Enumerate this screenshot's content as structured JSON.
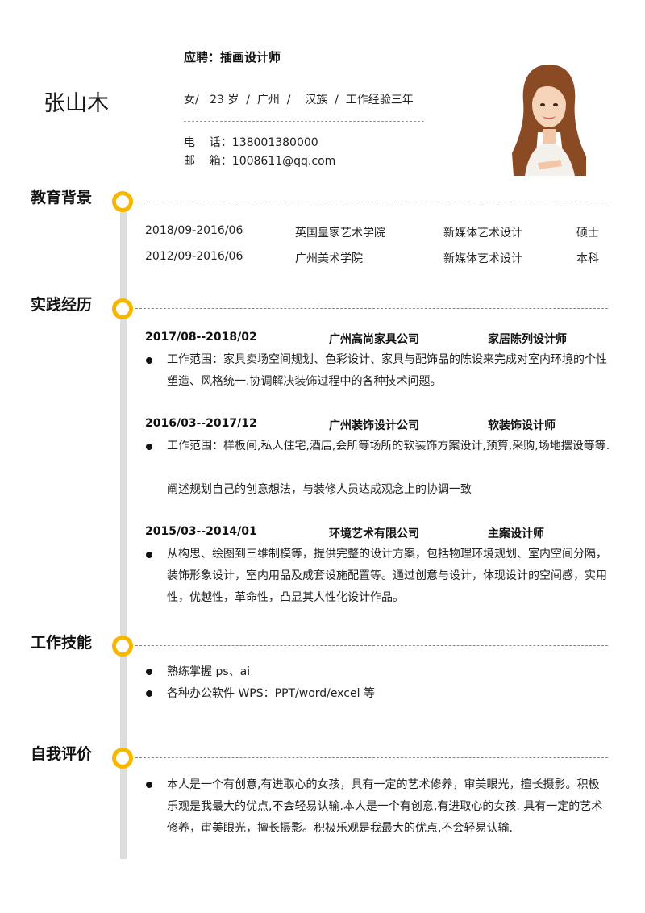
{
  "header": {
    "name": "张山木",
    "apply": "应聘：插画设计师",
    "info": "女/   23 岁  /  广州  /    汉族  /  工作经验三年",
    "phone": "电    话：138001380000",
    "email": "邮    箱：1008611@qq.com"
  },
  "colors": {
    "accent": "#f5b700",
    "timeline": "#dddddd"
  },
  "sections": {
    "education": "教育背景",
    "practice": "实践经历",
    "skills": "工作技能",
    "self": "自我评价"
  },
  "education": [
    {
      "period": "2018/09-2016/06",
      "school": "英国皇家艺术学院",
      "major": "新媒体艺术设计",
      "degree": "硕士"
    },
    {
      "period": "2012/09-2016/06",
      "school": "广州美术学院",
      "major": "新媒体艺术设计",
      "degree": "本科"
    }
  ],
  "jobs": [
    {
      "period": "2017/08--2018/02",
      "company": "广州高尚家具公司",
      "role": "家居陈列设计师",
      "desc": "工作范围：家具卖场空间规划、色彩设计、家具与配饰品的陈设来完成对室内环境的个性塑造、风格统一.协调解决装饰过程中的各种技术问题。"
    },
    {
      "period": "2016/03--2017/12",
      "company": "广州装饰设计公司",
      "role": "软装饰设计师",
      "desc": "工作范围：样板间,私人住宅,酒店,会所等场所的软装饰方案设计,预算,采购,场地摆设等等.",
      "desc2": "阐述规划自己的创意想法，与装修人员达成观念上的协调一致"
    },
    {
      "period": "2015/03--2014/01",
      "company": "环境艺术有限公司",
      "role": "主案设计师",
      "desc": "从构思、绘图到三维制模等，提供完整的设计方案，包括物理环境规划、室内空间分隔，装饰形象设计，室内用品及成套设施配置等。通过创意与设计，体现设计的空间感，实用性，优越性，革命性，凸显其人性化设计作品。"
    }
  ],
  "skills": [
    "熟练掌握 ps、ai",
    "各种办公软件 WPS：PPT/word/excel  等"
  ],
  "self_eval": "本人是一个有创意,有进取心的女孩，具有一定的艺术修养，审美眼光，擅长摄影。积极乐观是我最大的优点,不会轻易认输.本人是一个有创意,有进取心的女孩. 具有一定的艺术修养，审美眼光，擅长摄影。积极乐观是我最大的优点,不会轻易认输."
}
